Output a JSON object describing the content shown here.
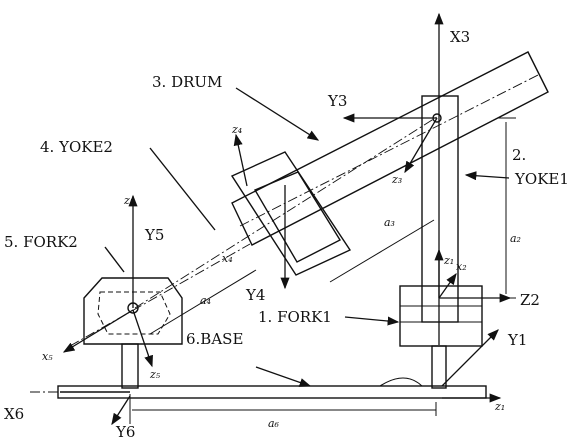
{
  "labels": {
    "drum": "3. DRUM",
    "yoke2": "4. YOKE2",
    "fork2": "5. FORK2",
    "fork1": "1. FORK1",
    "base": "6.BASE",
    "yoke1_num": "2.",
    "yoke1_name": "YOKE1"
  },
  "axes": {
    "x3": "X3",
    "y3": "Y3",
    "y5": "Y5",
    "y4": "Y4",
    "z2": "Z2",
    "y1": "Y1",
    "x6": "X6",
    "y6": "Y6"
  },
  "small": {
    "z4": "z₄",
    "z5": "z₅",
    "z3": "z₃",
    "z1": "z₁",
    "x2": "x₂",
    "x4": "x₄",
    "x5": "x₅",
    "z5b": "z₅",
    "a2": "a₂",
    "a3": "a₃",
    "a4": "a₄",
    "a6": "a₆",
    "z1b": "z₁"
  }
}
